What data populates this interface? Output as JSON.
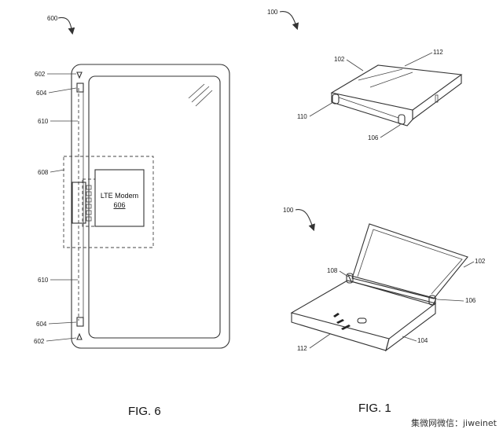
{
  "fig6": {
    "ref": "600",
    "modem_line1": "LTE Modem",
    "modem_line2": "606",
    "labels": {
      "l602_top": "602",
      "l604_top": "604",
      "l610_top": "610",
      "l608": "608",
      "l610_bottom": "610",
      "l604_bottom": "604",
      "l602_bottom": "602"
    },
    "caption": "FIG. 6"
  },
  "fig1": {
    "top_ref": "100",
    "top_labels": {
      "l102": "102",
      "l112": "112",
      "l110": "110",
      "l106": "106"
    },
    "bottom_ref": "100",
    "bottom_labels": {
      "l108": "108",
      "l102": "102",
      "l106": "106",
      "l104": "104",
      "l112": "112"
    },
    "caption": "FIG. 1"
  },
  "watermark": "集微网微信：jiweinet"
}
